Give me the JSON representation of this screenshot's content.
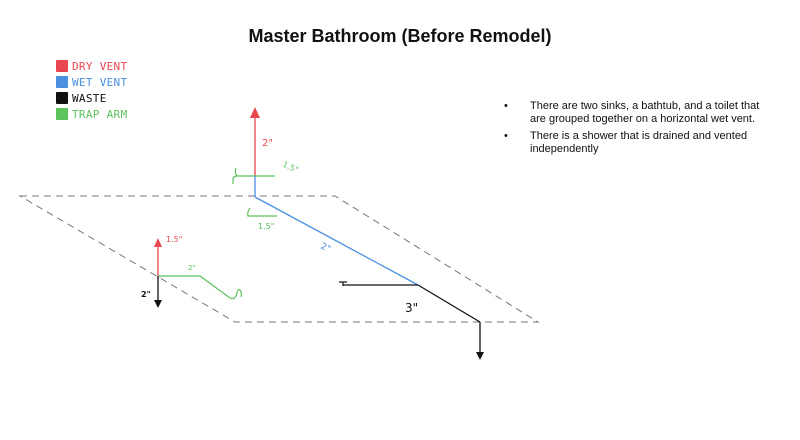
{
  "title": "Master Bathroom (Before Remodel)",
  "legend": [
    {
      "label": "Dry Vent",
      "color": "#e8474f"
    },
    {
      "label": "Wet Vent",
      "color": "#4a8fe0"
    },
    {
      "label": "Waste",
      "color": "#111111"
    },
    {
      "label": "Trap Arm",
      "color": "#5cc25c"
    }
  ],
  "notes": [
    "There are two sinks, a bathtub, and a toilet that are grouped together on a horizontal wet vent.",
    "There is a shower that is drained and vented independently"
  ],
  "labels": {
    "main_dry_vent": "2\"",
    "upper_trap_arm": "1.5\"",
    "lower_trap_arm": "1.5\"",
    "wet_vent": "2\"",
    "main_waste": "3\"",
    "shower_dry_vent": "1.5\"",
    "shower_trap_arm": "2\"",
    "shower_waste": "2\""
  },
  "colors": {
    "dry_vent": "#e8474f",
    "wet_vent": "#4a8fe0",
    "waste": "#111111",
    "trap_arm": "#5cc25c",
    "floor": "#777777"
  }
}
